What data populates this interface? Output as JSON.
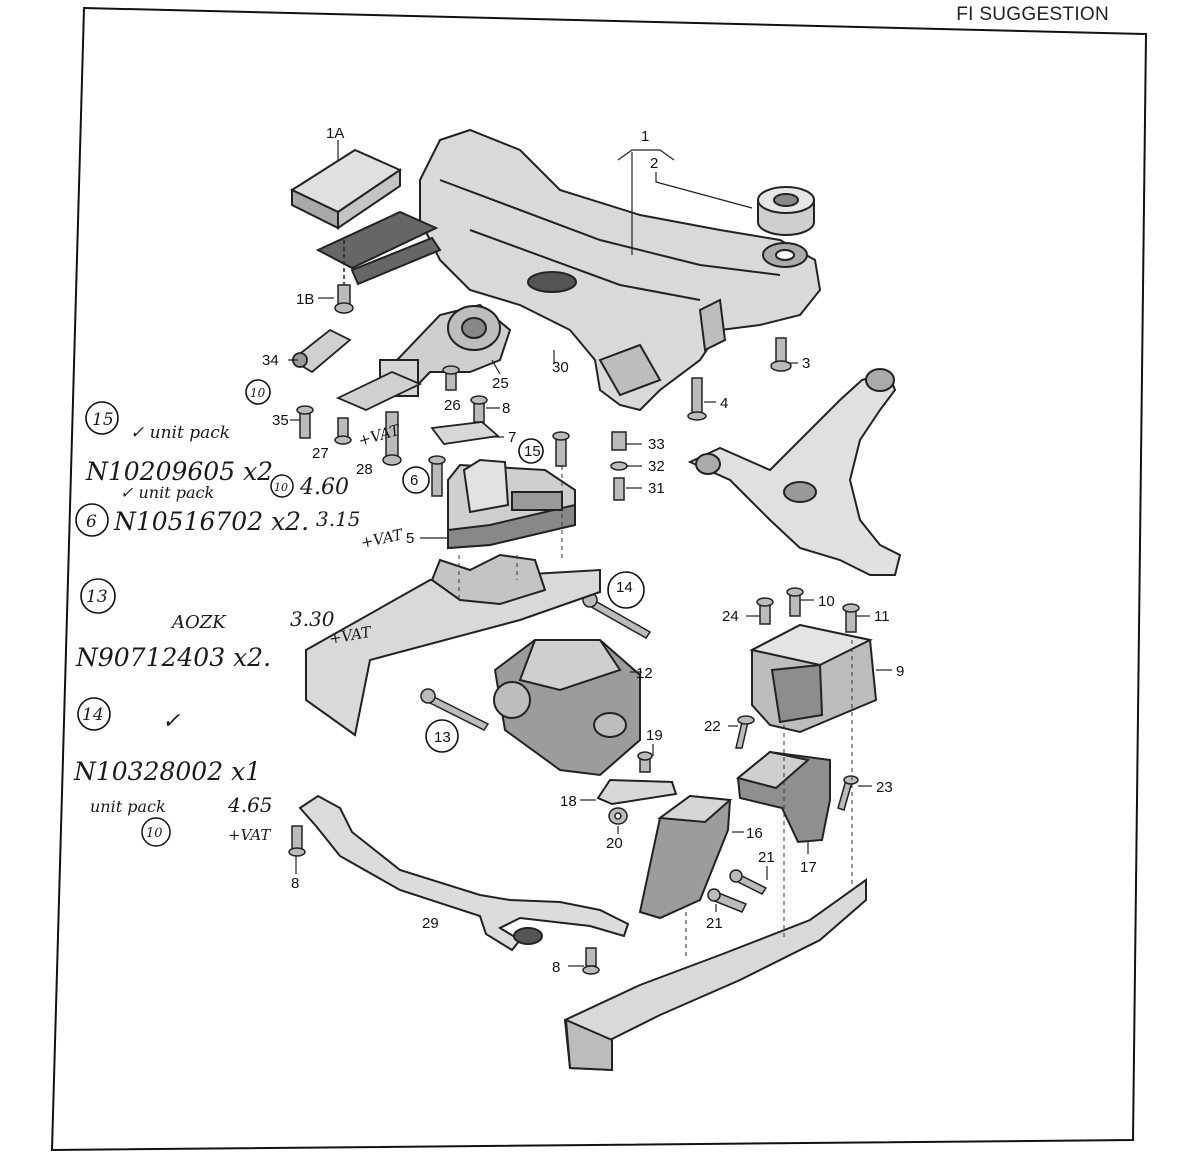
{
  "header": {
    "label": "FI SUGGESTION"
  },
  "callouts": {
    "c1": "1",
    "c2": "2",
    "c1A": "1A",
    "c1B": "1B",
    "c3": "3",
    "c4": "4",
    "c5": "5",
    "c6": "6",
    "c7": "7",
    "c8a": "8",
    "c8b": "8",
    "c8c": "8",
    "c9": "9",
    "c10": "10",
    "c11": "11",
    "c12": "12",
    "c13": "13",
    "c14": "14",
    "c15": "15",
    "c16": "16",
    "c17": "17",
    "c18": "18",
    "c19": "19",
    "c20": "20",
    "c21a": "21",
    "c21b": "21",
    "c22": "22",
    "c23": "23",
    "c24": "24",
    "c25": "25",
    "c26": "26",
    "c27": "27",
    "c28": "28",
    "c29": "29",
    "c30": "30",
    "c31": "31",
    "c32": "32",
    "c33": "33",
    "c34": "34",
    "c35": "35"
  },
  "notes": {
    "circle15": "15",
    "unit_pack_1": "✓ unit pack",
    "circle10_a": "10",
    "part_15": "N10209605 x2",
    "unit_pack_2": "✓ unit pack",
    "circle10_b": "10",
    "price_15": "4.60",
    "circle6": "6",
    "part_6": "N10516702 x2.",
    "price_6": "3.15",
    "vat_6": "+VAT",
    "vat_28": "+VAT",
    "circle13": "13",
    "label_13": "AOZK",
    "price_13": "3.30",
    "vat_13": "+VAT",
    "part_13": "N90712403 x2.",
    "circle14": "14",
    "tick_14": "✓",
    "part_14": "N10328002 x1",
    "unit_pack_3": "unit pack",
    "price_14": "4.65",
    "vat_14": "+VAT",
    "circle10_c": "10"
  }
}
